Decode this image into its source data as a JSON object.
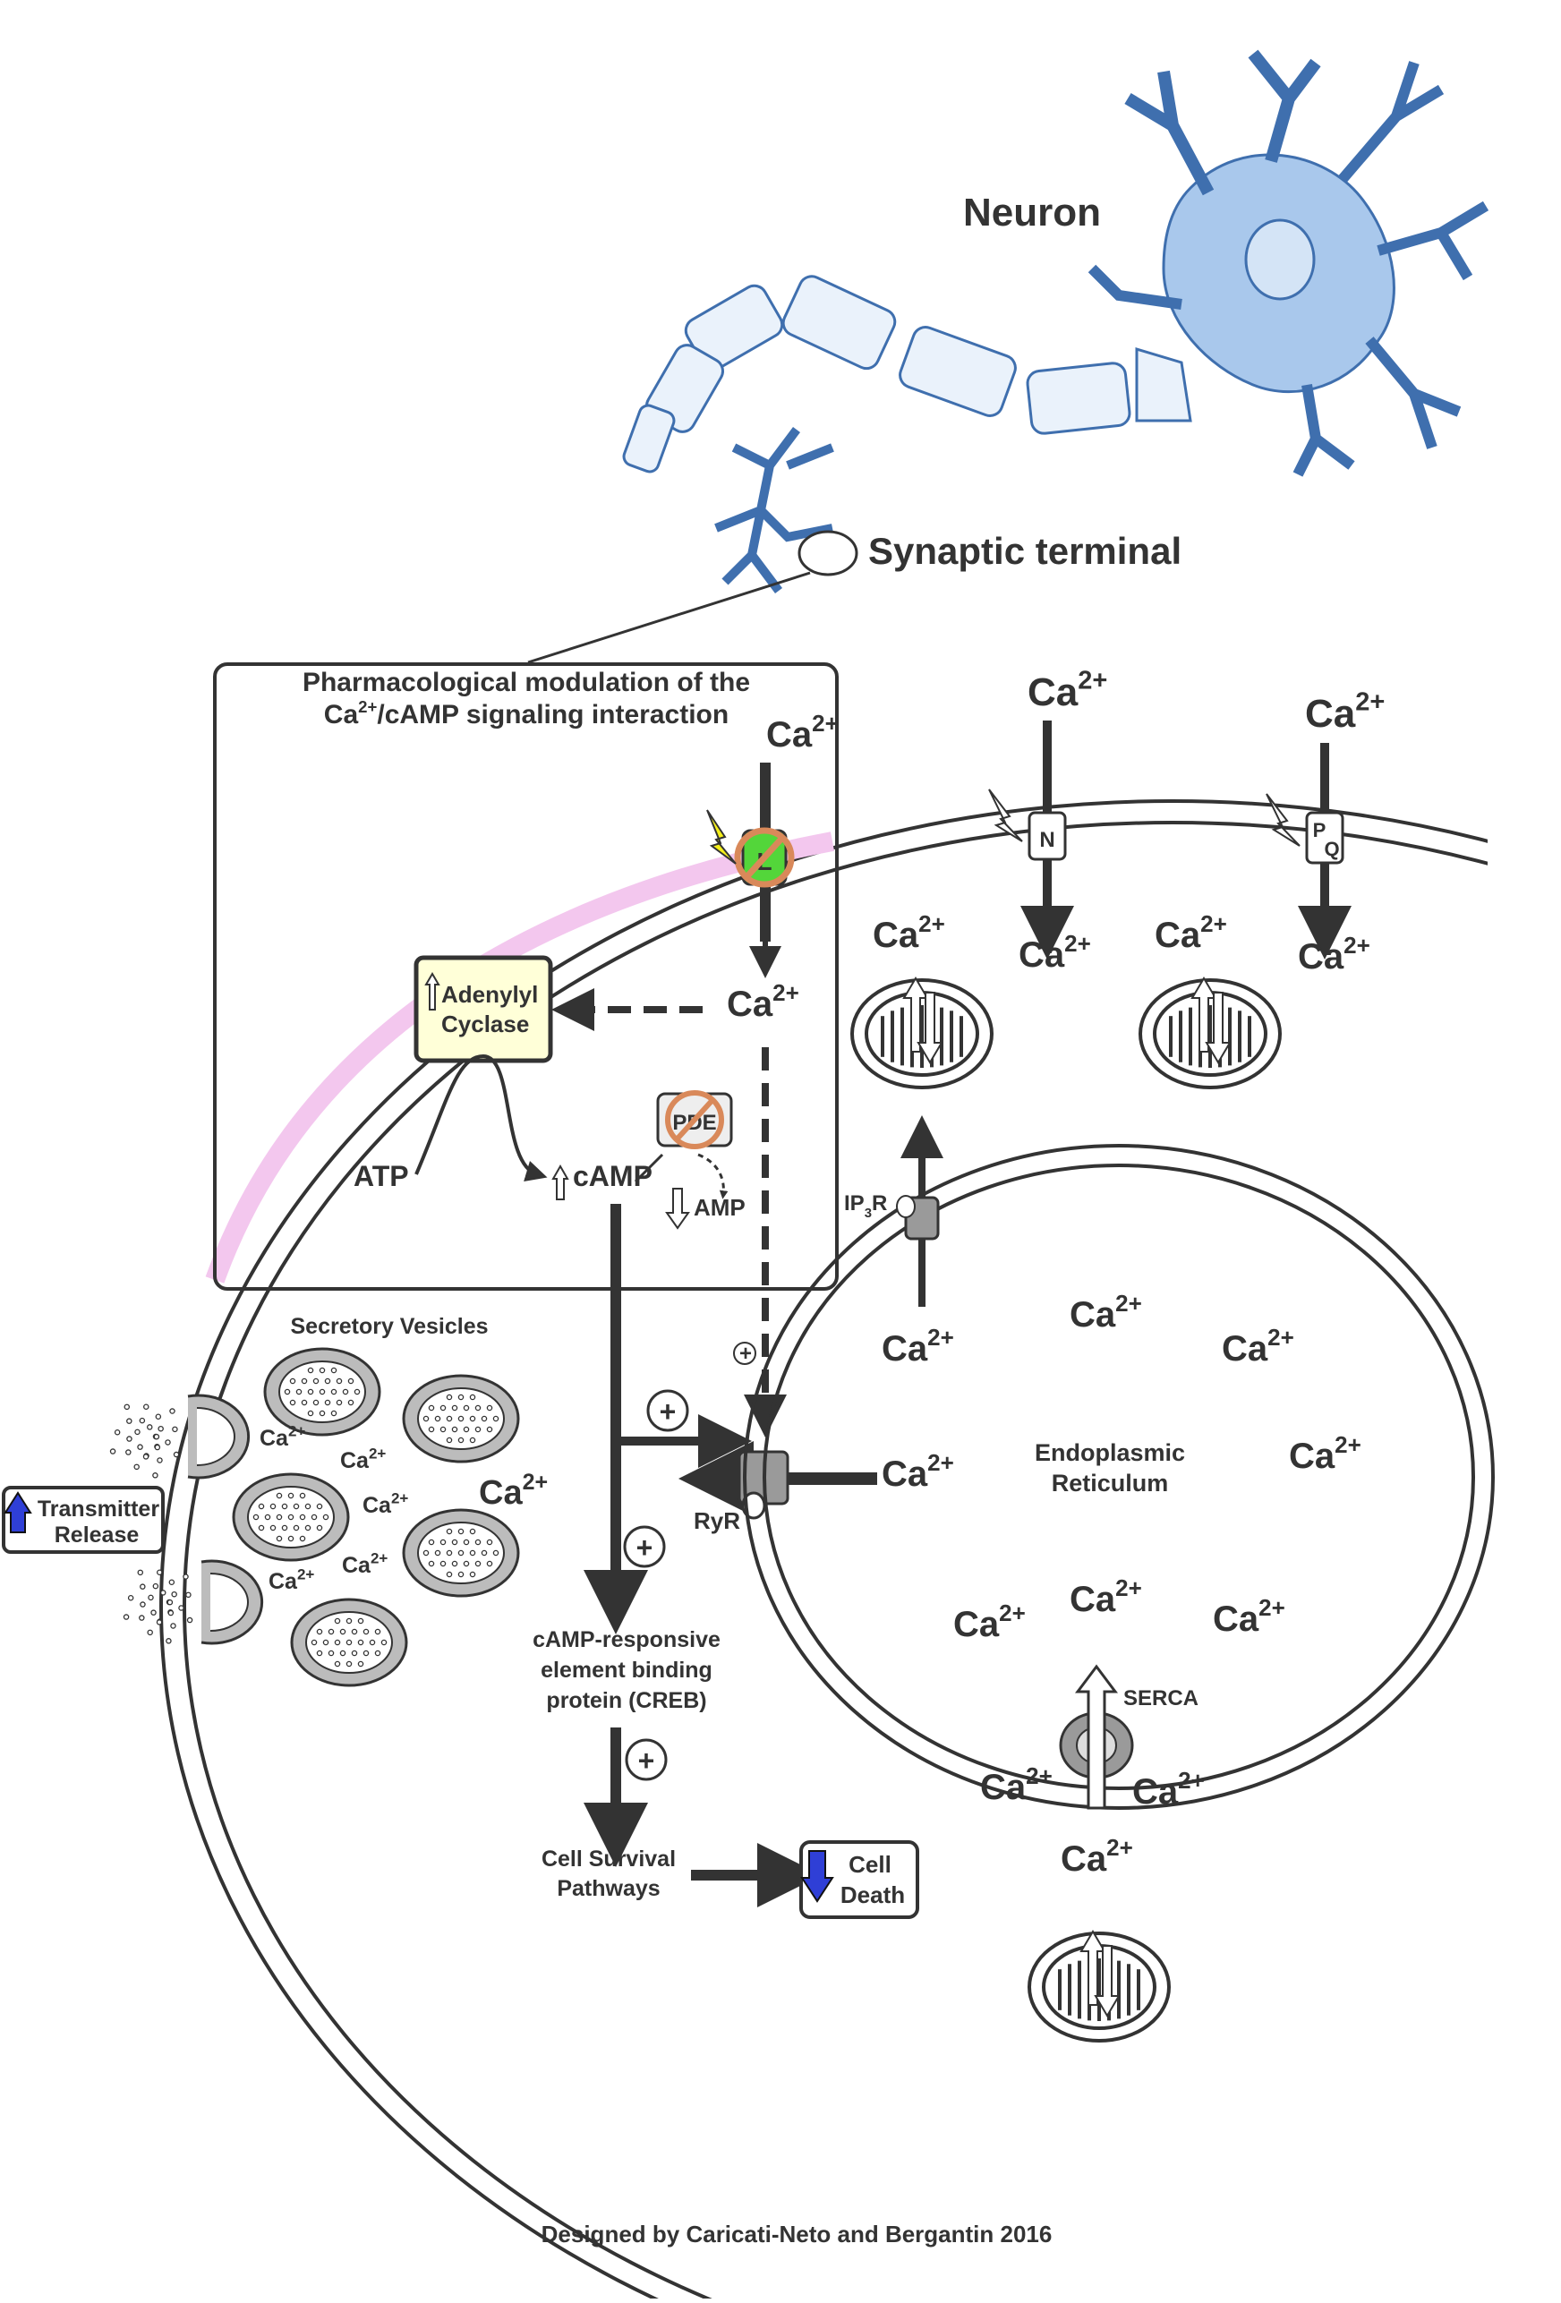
{
  "labels": {
    "neuron": "Neuron",
    "synaptic_terminal": "Synaptic terminal",
    "inset_title_line1": "Pharmacological modulation of the",
    "inset_title_line2_pre": "Ca",
    "inset_title_line2_sup": "2+",
    "inset_title_line2_post": "/cAMP signaling interaction",
    "adenylyl": "Adenylyl",
    "cyclase": "Cyclase",
    "atp": "ATP",
    "camp": "cAMP",
    "pde": "PDE",
    "amp": "AMP",
    "l_channel": "L",
    "n_channel": "N",
    "pq_p": "P",
    "pq_q": "Q",
    "ip3r_pre": "IP",
    "ip3r_sub": "3",
    "ip3r_post": "R",
    "ryr": "RyR",
    "serca": "SERCA",
    "secretory_vesicles": "Secretory Vesicles",
    "transmitter_line1": "Transmitter",
    "transmitter_line2": "Release",
    "endoplasmic": "Endoplasmic",
    "reticulum": "Reticulum",
    "creb_line1": "cAMP-responsive",
    "creb_line2": "element binding",
    "creb_line3": "protein (CREB)",
    "survival_line1": "Cell Survival",
    "survival_line2": "Pathways",
    "death_line1": "Cell",
    "death_line2": "Death",
    "plus": "+",
    "credit": "Designed by Caricati-Neto and Bergantin 2016"
  },
  "ion": {
    "base": "Ca",
    "charge": "2+"
  },
  "colors": {
    "membrane_pink": "#f3c7ee",
    "neuron_blue": "#a9c8ec",
    "adenylyl_box": "#ffffd8",
    "channel_green": "#53d63a",
    "inhibit_ring": "#d9895a",
    "lightning": "#f5ef1a",
    "down_arrow_blue": "#2f3fd6",
    "grey": "#9a9a9a",
    "dark": "#333333"
  },
  "icons": [
    "lightning-icon",
    "inhibit-icon",
    "up-arrow-icon",
    "down-arrow-icon",
    "mitochondrion-icon",
    "vesicle-icon"
  ]
}
